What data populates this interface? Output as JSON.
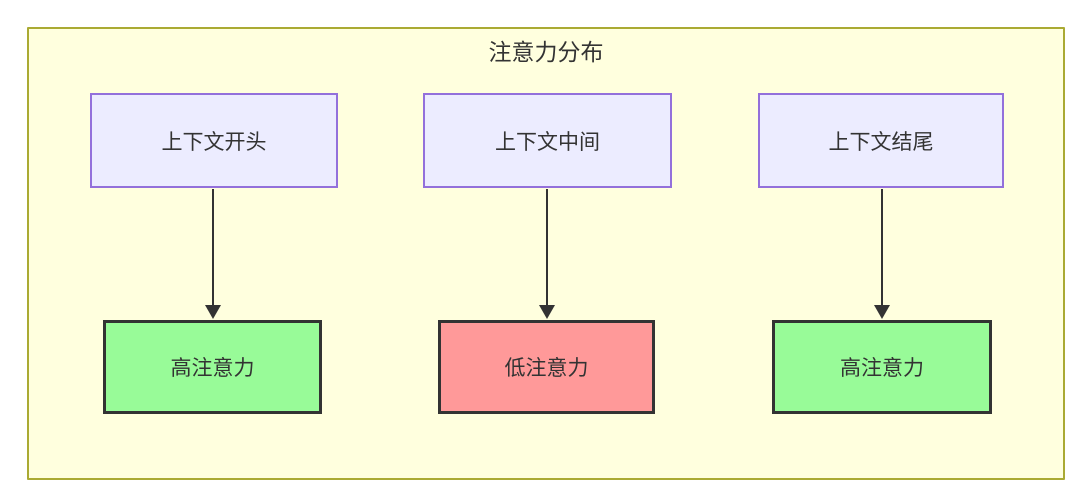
{
  "diagram": {
    "type": "flowchart",
    "title": "注意力分布",
    "nodes": [
      {
        "id": "context-start",
        "label": "上下文开头"
      },
      {
        "id": "context-middle",
        "label": "上下文中间"
      },
      {
        "id": "context-end",
        "label": "上下文结尾"
      }
    ],
    "results": [
      {
        "id": "attention-high-1",
        "label": "高注意力",
        "level": "high"
      },
      {
        "id": "attention-low",
        "label": "低注意力",
        "level": "low"
      },
      {
        "id": "attention-high-2",
        "label": "高注意力",
        "level": "high"
      }
    ],
    "edges": [
      {
        "from": "context-start",
        "to": "attention-high-1"
      },
      {
        "from": "context-middle",
        "to": "attention-low"
      },
      {
        "from": "context-end",
        "to": "attention-high-2"
      }
    ],
    "colors": {
      "cluster_fill": "#ffffde",
      "cluster_border": "#aaaa33",
      "node_fill": "#ECECFF",
      "node_border": "#9370DB",
      "high_fill": "#98FB98",
      "low_fill": "#FF9999",
      "result_border": "#333333",
      "arrow": "#333333",
      "text": "#333333"
    }
  }
}
